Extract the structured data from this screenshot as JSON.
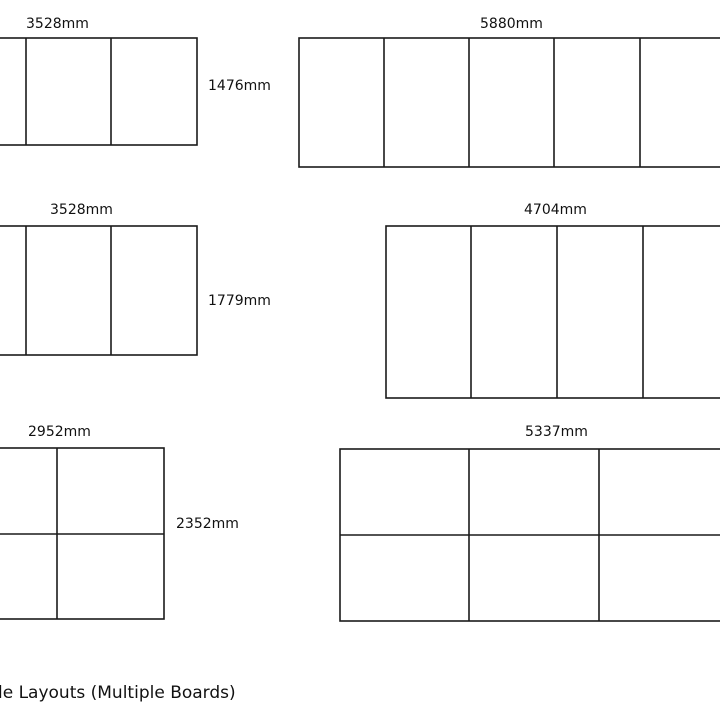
{
  "layouts": [
    {
      "width_label": "3528mm",
      "height_label": "1476mm",
      "columns": 3,
      "rows": 1
    },
    {
      "width_label": "5880mm",
      "height_label": "",
      "columns": 5,
      "rows": 1
    },
    {
      "width_label": "3528mm",
      "height_label": "1779mm",
      "columns": 3,
      "rows": 1
    },
    {
      "width_label": "4704mm",
      "height_label": "",
      "columns": 4,
      "rows": 1
    },
    {
      "width_label": "2952mm",
      "height_label": "2352mm",
      "columns": 2,
      "rows": 2
    },
    {
      "width_label": "5337mm",
      "height_label": "",
      "columns": 3,
      "rows": 2
    }
  ],
  "caption": "le Layouts (Multiple Boards)",
  "colors": {
    "line": "#1a1a1a",
    "background": "#ffffff"
  }
}
